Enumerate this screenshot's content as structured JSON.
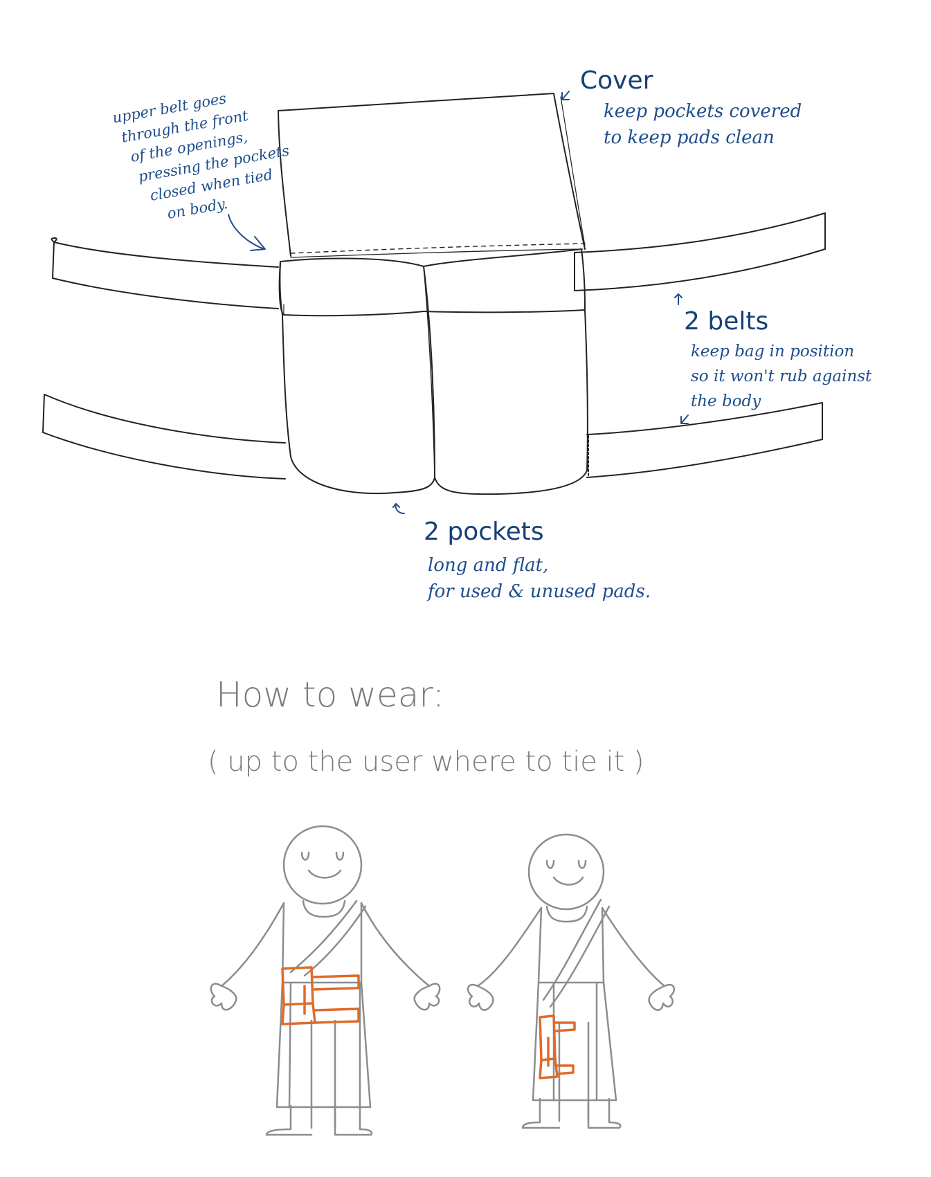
{
  "colors": {
    "ink": "#222222",
    "annotation": "#1f4e8c",
    "heading": "#173f78",
    "figure": "#8a8d91",
    "bag": "#e06a2a",
    "title": "#7b7b7b"
  },
  "annotations": {
    "cover": {
      "heading": "Cover",
      "lines": [
        "keep pockets covered",
        "to keep pads clean"
      ]
    },
    "upper_belt": {
      "lines": [
        "upper belt goes",
        "through the front",
        "of the openings,",
        "pressing the pockets",
        "closed when tied",
        "on body."
      ]
    },
    "belts": {
      "heading": "2 belts",
      "lines": [
        "keep bag in position",
        "so it won't rub against",
        "the body"
      ]
    },
    "pockets": {
      "heading": "2 pockets",
      "lines": [
        "long and flat,",
        "for used & unused pads."
      ]
    }
  },
  "how_to_wear": {
    "title": "How to wear:",
    "subtitle": "( up to the user where to tie it )"
  },
  "icons": [
    "curved-arrow-icon",
    "small-arrow-icon",
    "stick-figure-icon",
    "waist-bag-icon",
    "thigh-bag-icon"
  ]
}
